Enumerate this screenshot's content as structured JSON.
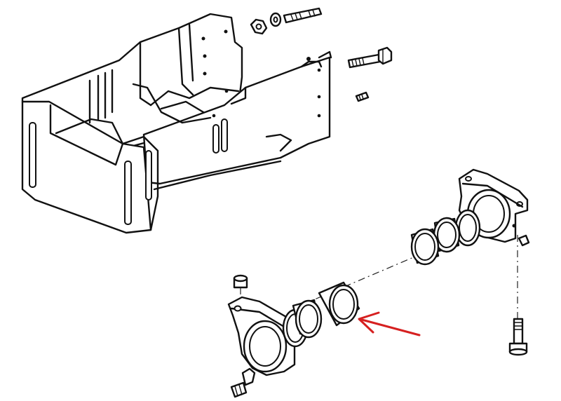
{
  "diagram": {
    "kind": "exploded-parts-drawing",
    "parts": [
      {
        "id": "housing-frame"
      },
      {
        "id": "stud-nut-washer"
      },
      {
        "id": "hex-bolt"
      },
      {
        "id": "set-pin"
      },
      {
        "id": "rear-pivot-bracket"
      },
      {
        "id": "rear-bushing-set"
      },
      {
        "id": "front-pivot-bracket"
      },
      {
        "id": "front-bushing-set"
      },
      {
        "id": "grease-nipple"
      },
      {
        "id": "cap-plug"
      },
      {
        "id": "long-bolt"
      },
      {
        "id": "small-pin"
      }
    ],
    "annotation": {
      "color": "#d62020",
      "target": "front-bushing-set"
    }
  }
}
